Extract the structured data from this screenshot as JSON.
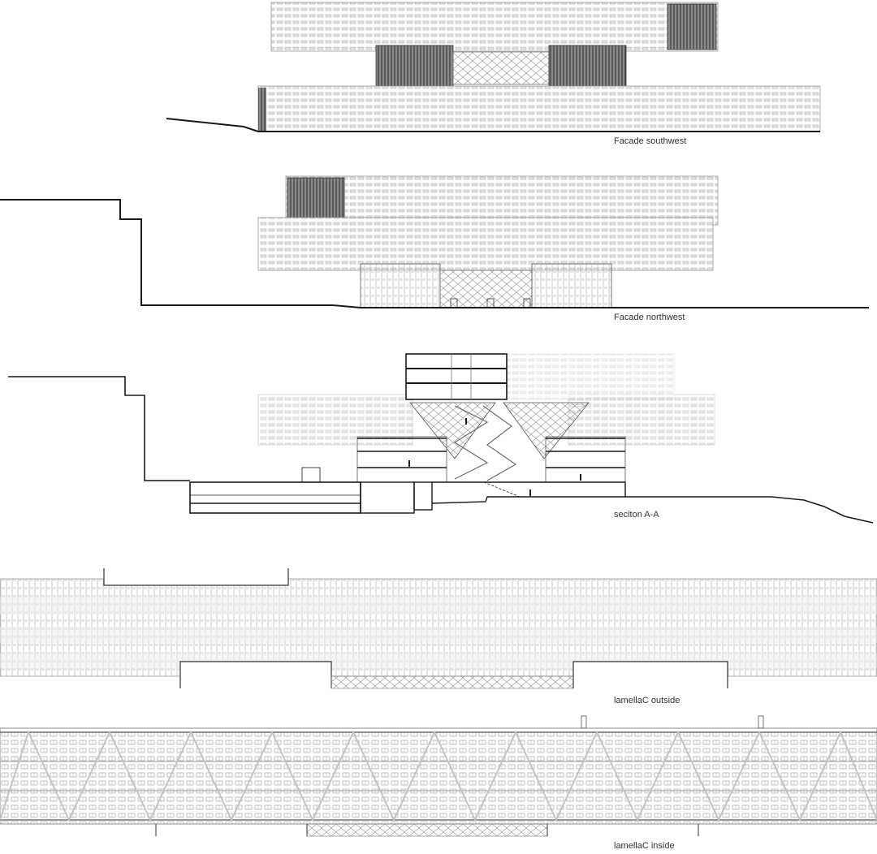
{
  "drawings": [
    {
      "id": "southwest",
      "caption": "Facade southwest"
    },
    {
      "id": "northwest",
      "caption": "Facade northwest"
    },
    {
      "id": "section",
      "caption": "seciton A-A"
    },
    {
      "id": "lamella-outside",
      "caption": "lamellaC outside"
    },
    {
      "id": "lamella-inside",
      "caption": "lamellaC inside"
    }
  ],
  "colors": {
    "line": "#9a9a9a",
    "heavy": "#1a1a1a",
    "panel": "#d8d8d8",
    "dark_panel": "#555555"
  }
}
